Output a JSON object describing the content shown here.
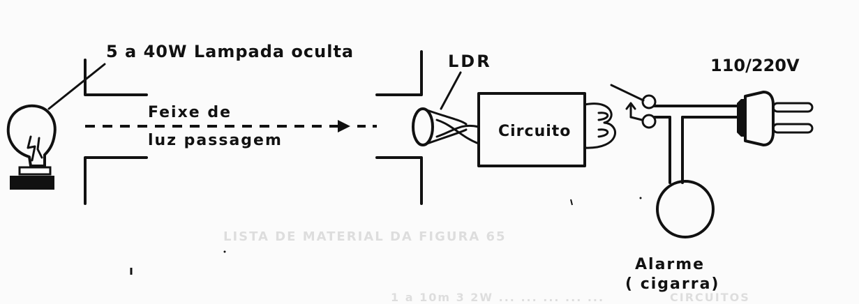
{
  "labels": {
    "lamp": "5 a 40W  Lampada oculta",
    "beam_line1": "Feixe de",
    "beam_line2": "luz passagem",
    "ldr": "LDR",
    "circuit": "Circuito",
    "mains": "110/220V",
    "alarm_line1": "Alarme",
    "alarm_line2": "( cigarra)"
  },
  "bleed_through": {
    "heading": "LISTA DE MATERIAL DA FIGURA 65",
    "left_fragment": "CIRCUITOS",
    "right_fragment": "1 a 10m 3 2W ... ... ... ... ..."
  },
  "colors": {
    "ink": "#111111",
    "paper": "#fbfbfb"
  }
}
